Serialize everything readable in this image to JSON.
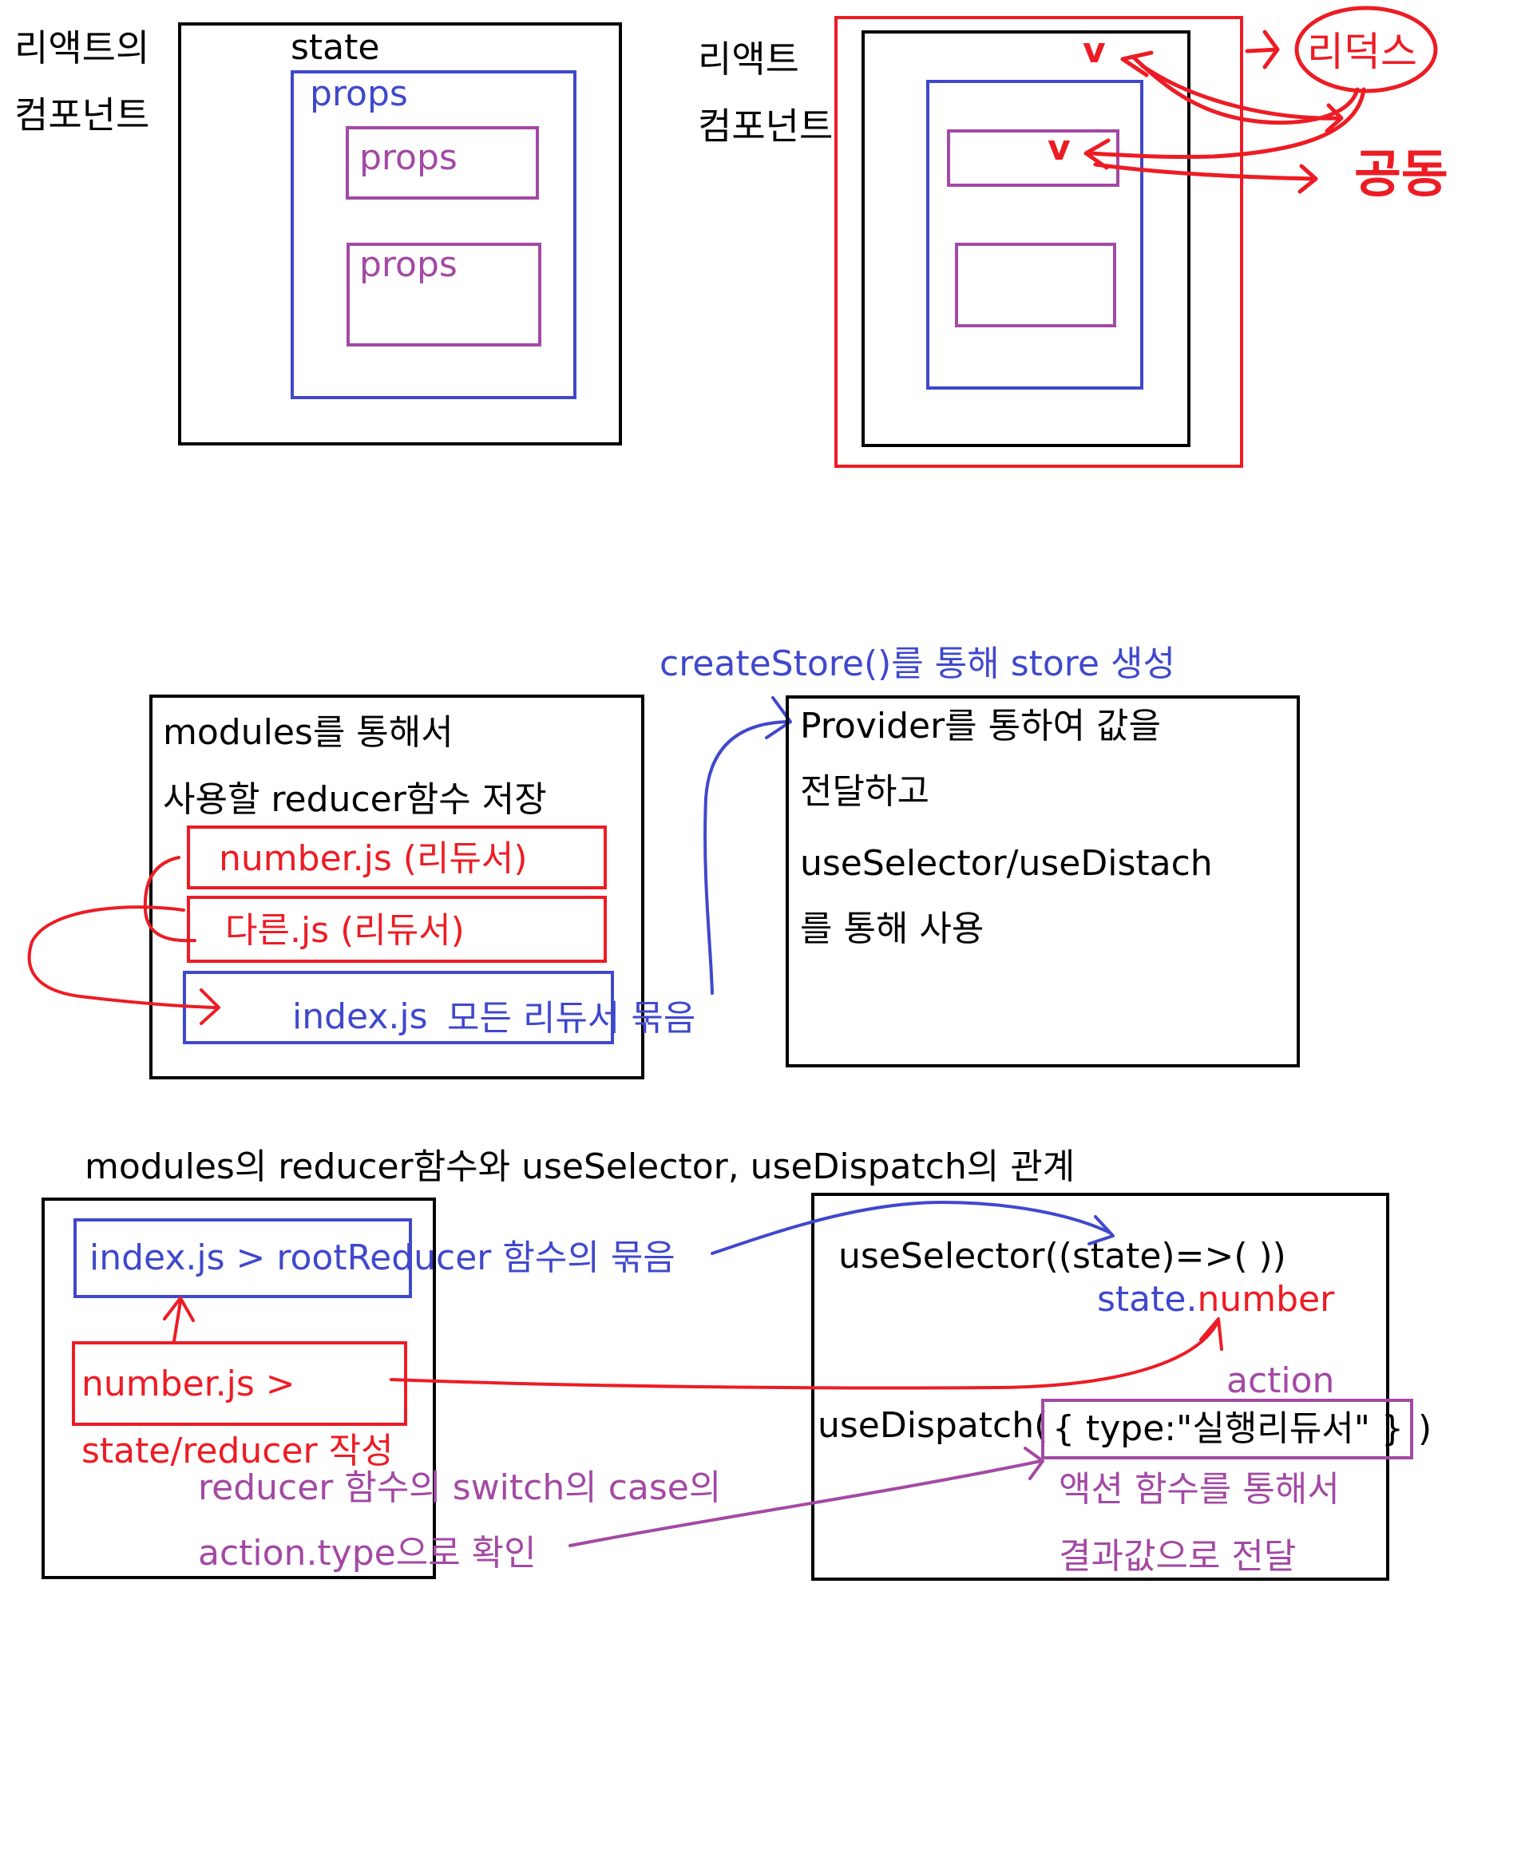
{
  "colors": {
    "black": "#000000",
    "blue": "#3f48cc",
    "purple": "#a349a4",
    "red": "#ed1c24"
  },
  "section1": {
    "left_label_line1": "리액트의",
    "left_label_line2": "컴포넌트",
    "state_label": "state",
    "outer_props_label": "props",
    "inner_props_label_1": "props",
    "inner_props_label_2": "props",
    "right_label_line1": "리액트",
    "right_label_line2": "컴포넌트",
    "redux_label": "리덕스",
    "shared_label": "공동",
    "check_mark": "v"
  },
  "section2": {
    "create_store_caption": "createStore()를 통해 store 생성",
    "modules_line1": "modules를 통해서",
    "modules_line2": "사용할 reducer함수 저장",
    "number_reducer": "number.js (리듀서)",
    "other_reducer": "다른.js (리듀서)",
    "index_label": "index.js",
    "index_desc": "모든 리듀서 묶음",
    "provider_line1": "Provider를 통하여 값을",
    "provider_line2": "전달하고",
    "provider_line3": "useSelector/useDistach",
    "provider_line4": "를 통해 사용"
  },
  "section3": {
    "heading": "modules의 reducer함수와 useSelector, useDispatch의 관계",
    "root_reducer": "index.js > rootReducer 함수의 묶음",
    "number_box": "number.js >",
    "state_reducer": "state/reducer 작성",
    "switch_line1": "reducer 함수의 switch의 case의",
    "switch_line2": "action.type으로 확인",
    "use_selector": "useSelector((state)=>(        ))",
    "state_number_prefix": "state.",
    "state_number_suffix": "number",
    "action_label": "action",
    "use_dispatch_start": "useDispatch(",
    "dispatch_object": "{ type:\"실행리듀서\" }",
    "use_dispatch_end": ")",
    "action_fn_line1": "액션 함수를 통해서",
    "action_fn_line2": "결과값으로 전달"
  }
}
